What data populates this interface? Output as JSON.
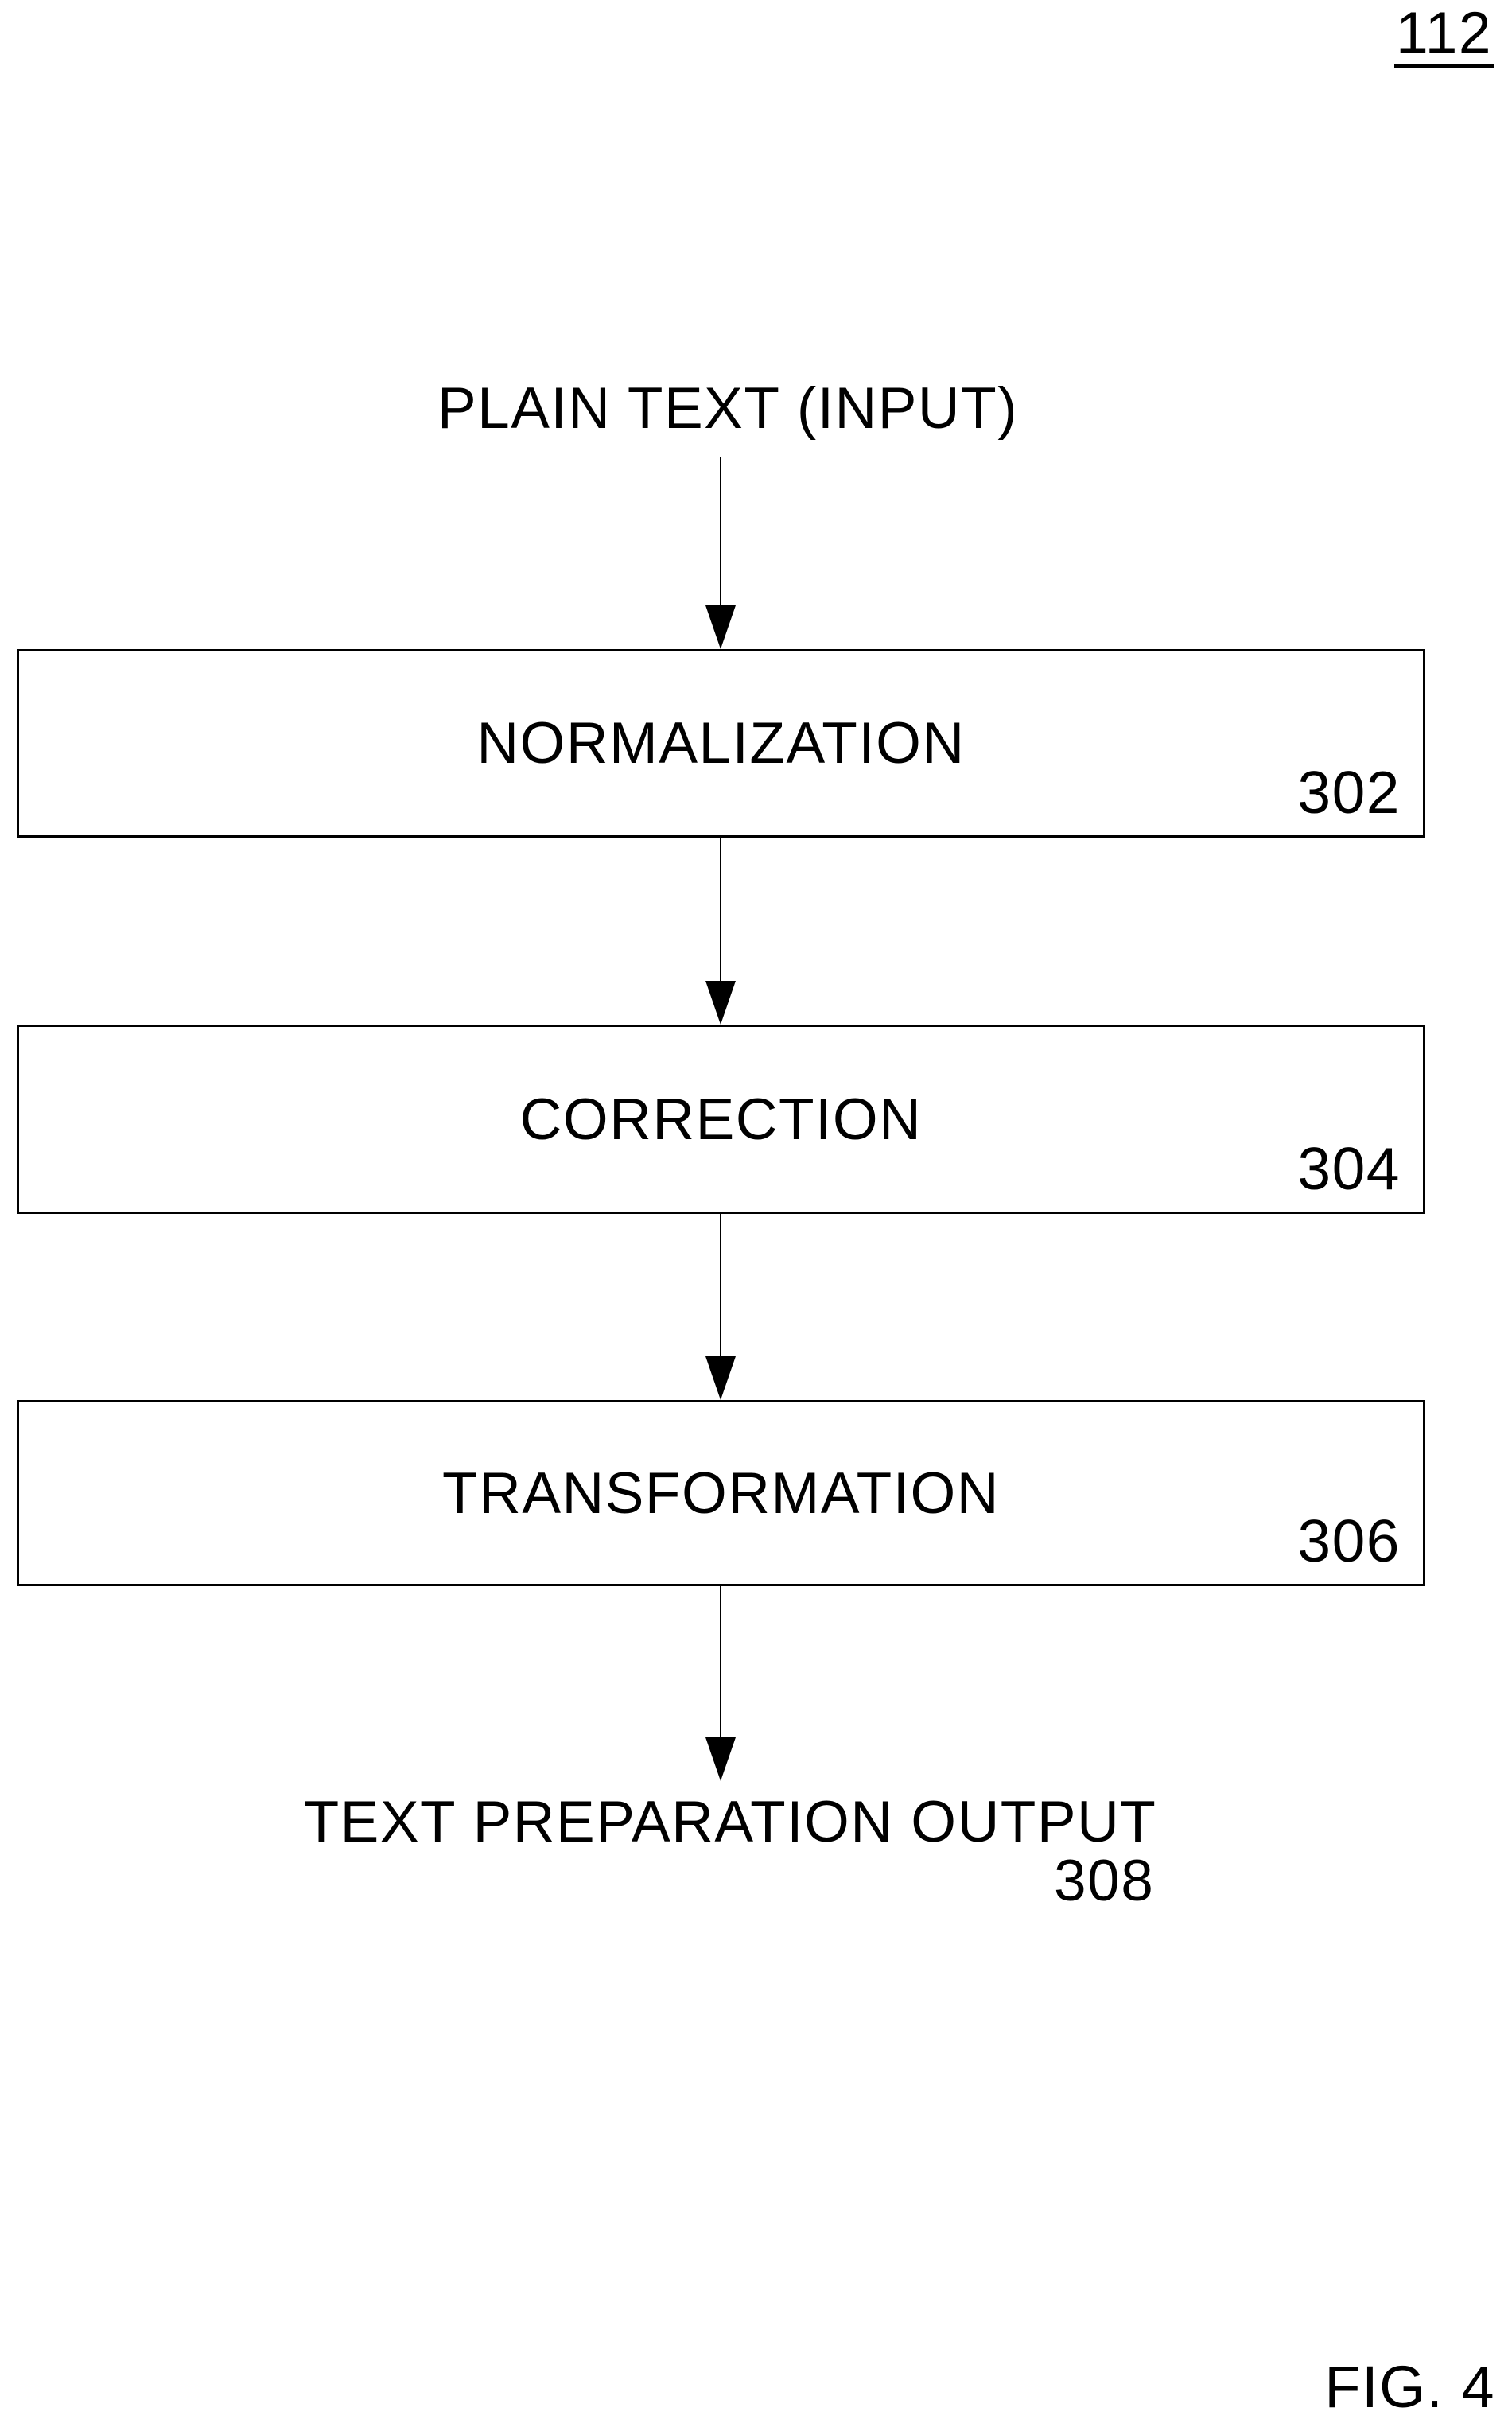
{
  "page_ref": "112",
  "flow": {
    "input_label": "PLAIN TEXT (INPUT)",
    "boxes": [
      {
        "label": "NORMALIZATION",
        "ref": "302"
      },
      {
        "label": "CORRECTION",
        "ref": "304"
      },
      {
        "label": "TRANSFORMATION",
        "ref": "306"
      }
    ],
    "output_label": "TEXT PREPARATION OUTPUT",
    "output_ref": "308"
  },
  "figure_label": "FIG. 4",
  "colors": {
    "ink": "#000000",
    "background": "#ffffff"
  }
}
